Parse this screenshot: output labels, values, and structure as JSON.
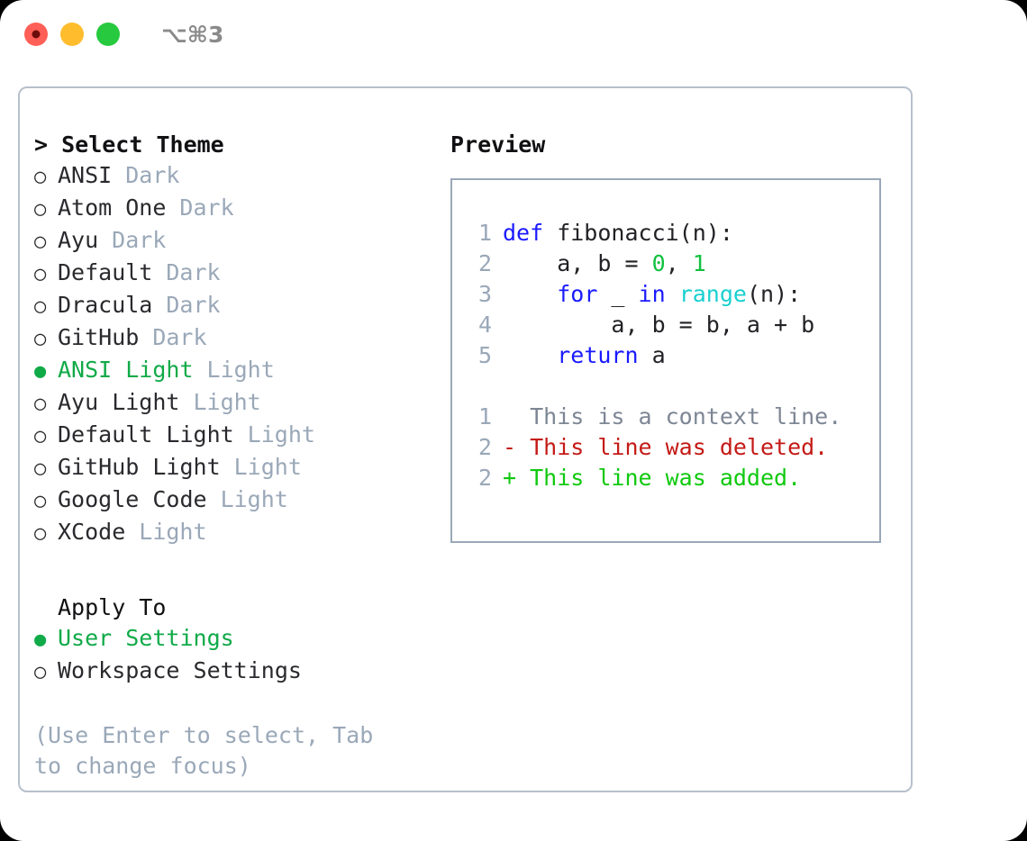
{
  "titlebar": {
    "shortcut": "⌥⌘3",
    "traffic_lights": [
      {
        "name": "close",
        "color": "#ff5f56"
      },
      {
        "name": "minimize",
        "color": "#ffbd2e"
      },
      {
        "name": "maximize",
        "color": "#27c93f"
      }
    ]
  },
  "theme_section": {
    "heading": "> Select Theme",
    "items": [
      {
        "bullet": "○",
        "name": "ANSI",
        "tag": "Dark",
        "selected": false
      },
      {
        "bullet": "○",
        "name": "Atom One",
        "tag": "Dark",
        "selected": false
      },
      {
        "bullet": "○",
        "name": "Ayu",
        "tag": "Dark",
        "selected": false
      },
      {
        "bullet": "○",
        "name": "Default",
        "tag": "Dark",
        "selected": false
      },
      {
        "bullet": "○",
        "name": "Dracula",
        "tag": "Dark",
        "selected": false
      },
      {
        "bullet": "○",
        "name": "GitHub",
        "tag": "Dark",
        "selected": false
      },
      {
        "bullet": "●",
        "name": "ANSI Light",
        "tag": "Light",
        "selected": true
      },
      {
        "bullet": "○",
        "name": "Ayu Light",
        "tag": "Light",
        "selected": false
      },
      {
        "bullet": "○",
        "name": "Default Light",
        "tag": "Light",
        "selected": false
      },
      {
        "bullet": "○",
        "name": "GitHub Light",
        "tag": "Light",
        "selected": false
      },
      {
        "bullet": "○",
        "name": "Google Code",
        "tag": "Light",
        "selected": false
      },
      {
        "bullet": "○",
        "name": "XCode",
        "tag": "Light",
        "selected": false
      }
    ]
  },
  "apply_section": {
    "heading": "Apply To",
    "items": [
      {
        "bullet": "●",
        "name": "User Settings",
        "selected": true
      },
      {
        "bullet": "○",
        "name": "Workspace Settings",
        "selected": false
      }
    ]
  },
  "hint": "(Use Enter to select, Tab to change focus)",
  "preview": {
    "label": "Preview",
    "code_lines": [
      {
        "lno": "1",
        "tokens": [
          {
            "t": "def",
            "c": "kw"
          },
          {
            "t": " fibonacci(n):",
            "c": "pl"
          }
        ]
      },
      {
        "lno": "2",
        "tokens": [
          {
            "t": "    a, b = ",
            "c": "pl"
          },
          {
            "t": "0",
            "c": "num"
          },
          {
            "t": ", ",
            "c": "pl"
          },
          {
            "t": "1",
            "c": "num"
          }
        ]
      },
      {
        "lno": "3",
        "tokens": [
          {
            "t": "    ",
            "c": "pl"
          },
          {
            "t": "for",
            "c": "kw"
          },
          {
            "t": " _ ",
            "c": "pl"
          },
          {
            "t": "in",
            "c": "kw"
          },
          {
            "t": " ",
            "c": "pl"
          },
          {
            "t": "range",
            "c": "fn"
          },
          {
            "t": "(n):",
            "c": "pl"
          }
        ]
      },
      {
        "lno": "4",
        "tokens": [
          {
            "t": "        a, b = b, a + b",
            "c": "pl"
          }
        ]
      },
      {
        "lno": "5",
        "tokens": [
          {
            "t": "    ",
            "c": "pl"
          },
          {
            "t": "return",
            "c": "kw"
          },
          {
            "t": " a",
            "c": "pl"
          }
        ]
      }
    ],
    "diff_lines": [
      {
        "lno": "1",
        "marker": " ",
        "text": "  This is a context line.",
        "kind": "ctx"
      },
      {
        "lno": "2",
        "marker": "-",
        "text": "- This line was deleted.",
        "kind": "del"
      },
      {
        "lno": "2",
        "marker": "+",
        "text": "+ This line was added.",
        "kind": "add"
      }
    ]
  },
  "colors": {
    "accent_green": "#10aa48",
    "muted": "#9aa8b8",
    "text": "#2a2a2e",
    "keyword": "#1a1aff",
    "function": "#1ad0d0",
    "number": "#10c13f",
    "diff_delete": "#c41a16",
    "diff_add": "#10c90f",
    "border": "#9aa8b8"
  }
}
